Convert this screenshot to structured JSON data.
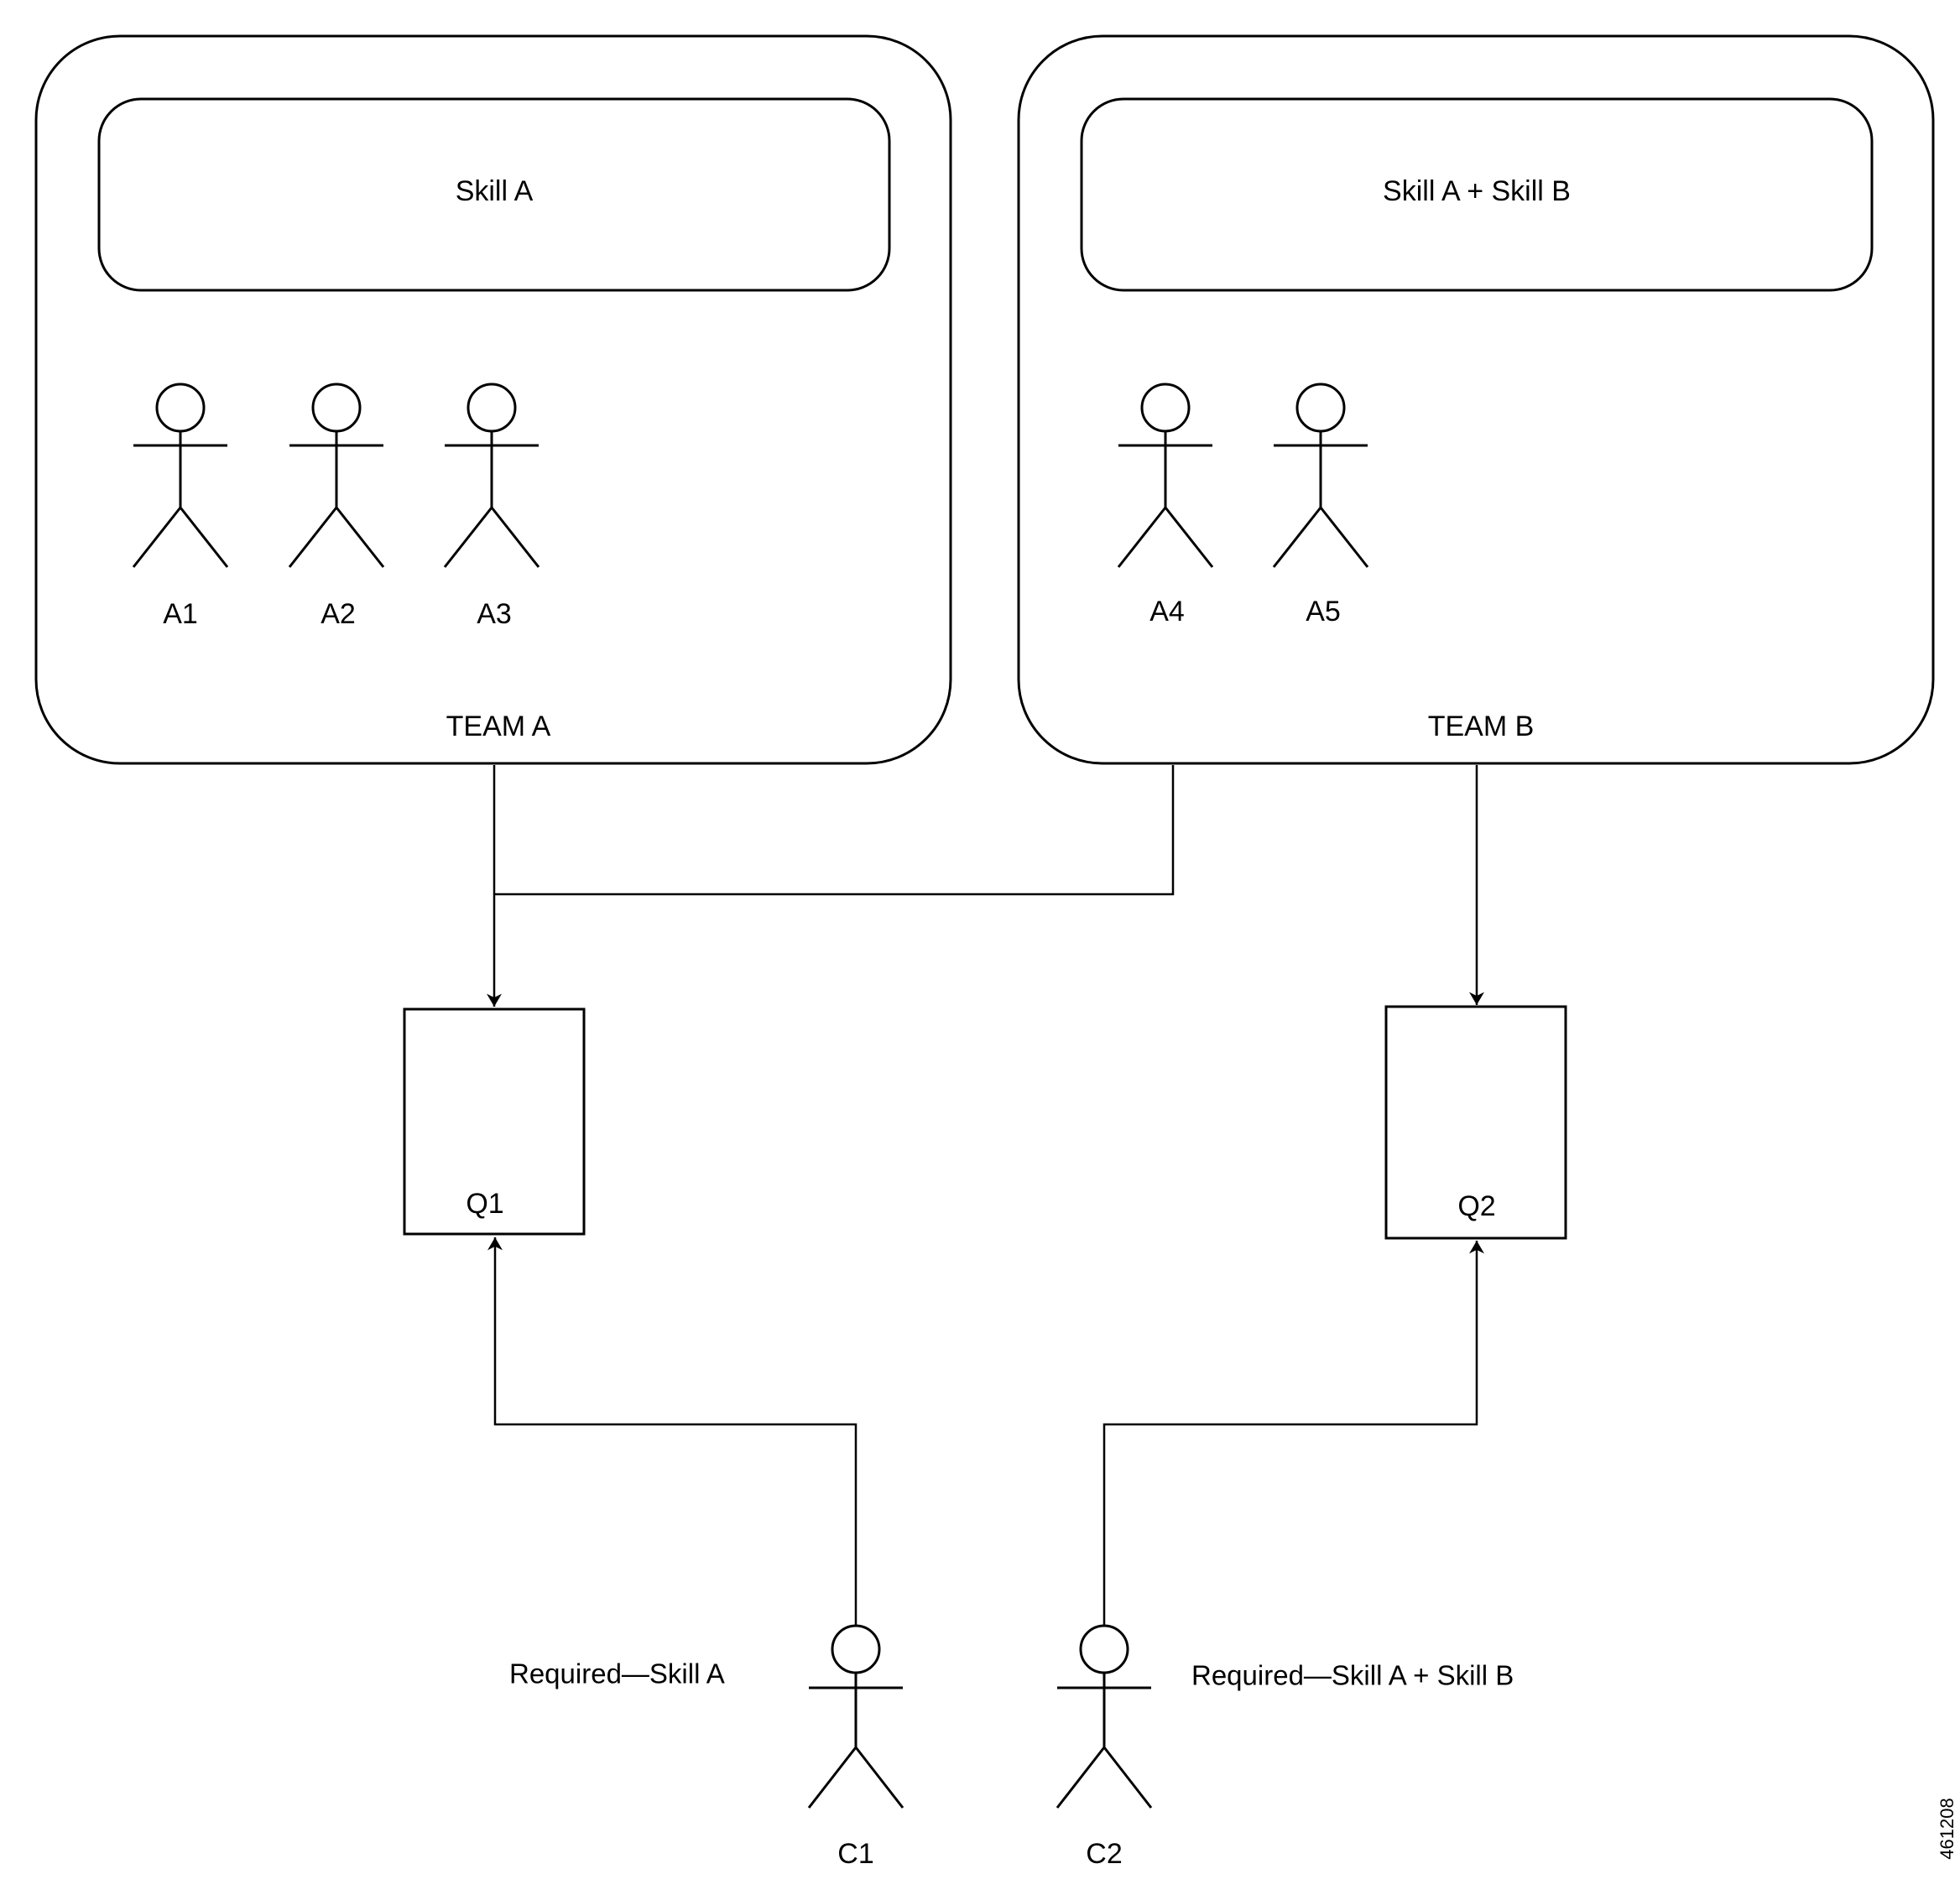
{
  "teams": [
    {
      "name": "TEAM A",
      "skill": "Skill A",
      "agents": [
        "A1",
        "A2",
        "A3"
      ]
    },
    {
      "name": "TEAM B",
      "skill": "Skill A + Skill B",
      "agents": [
        "A4",
        "A5"
      ]
    }
  ],
  "queues": [
    "Q1",
    "Q2"
  ],
  "customers": [
    {
      "name": "C1",
      "requirement": "Required—Skill A"
    },
    {
      "name": "C2",
      "requirement": "Required—Skill A + Skill B"
    }
  ],
  "figure_id": "461208",
  "colors": {
    "stroke": "#000000",
    "background": "#ffffff"
  }
}
